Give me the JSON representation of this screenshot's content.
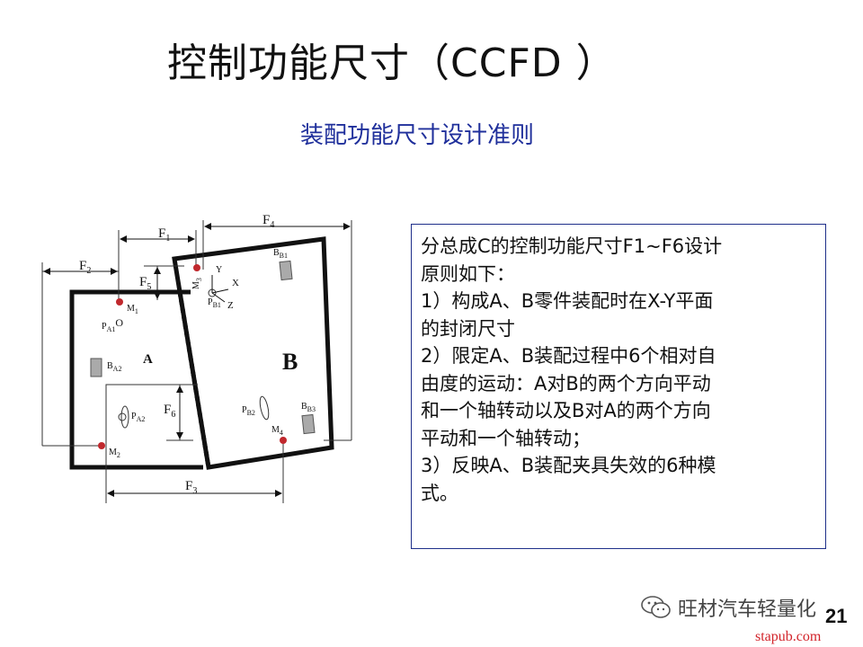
{
  "slide": {
    "title": "控制功能尺寸（CCFD ）",
    "subtitle": "装配功能尺寸设计准则",
    "page_number": "21"
  },
  "diagram": {
    "dimension_labels": {
      "f1": {
        "base": "F",
        "sub": "1"
      },
      "f2": {
        "base": "F",
        "sub": "2"
      },
      "f3": {
        "base": "F",
        "sub": "3"
      },
      "f4": {
        "base": "F",
        "sub": "4"
      },
      "f5": {
        "base": "F",
        "sub": "5"
      },
      "f6": {
        "base": "F",
        "sub": "6"
      }
    },
    "points": {
      "m1": {
        "base": "M",
        "sub": "1"
      },
      "m2": {
        "base": "M",
        "sub": "2"
      },
      "m3": {
        "base": "M",
        "sub": "3"
      },
      "m4": {
        "base": "M",
        "sub": "4"
      },
      "pa1": {
        "base": "P",
        "sub": "A1",
        "suffix": "O"
      },
      "pa2": {
        "base": "P",
        "sub": "A2"
      },
      "pb1": {
        "base": "P",
        "sub": "B1"
      },
      "pb2": {
        "base": "P",
        "sub": "B2"
      },
      "ba2": {
        "base": "B",
        "sub": "A2"
      },
      "bb1": {
        "base": "B",
        "sub": "B1"
      },
      "bb3": {
        "base": "B",
        "sub": "B3"
      }
    },
    "axes": {
      "x": "X",
      "y": "Y",
      "z": "Z"
    },
    "part_a": "A",
    "part_b": "B",
    "marker_color": "#c0282d"
  },
  "rules_box": {
    "lines": [
      "分总成C的控制功能尺寸F1~F6设计",
      "原则如下：",
      "1）构成A、B零件装配时在X-Y平面",
      "的封闭尺寸",
      "2）限定A、B装配过程中6个相对自",
      "由度的运动：A对B的两个方向平动",
      "和一个轴转动以及B对A的两个方向",
      "平动和一个轴转动；",
      "3）反映A、B装配夹具失效的6种模",
      "式。"
    ]
  },
  "watermark": {
    "text": "旺材汽车轻量化",
    "icon": "wechat-icon"
  },
  "site": "stapub.com"
}
